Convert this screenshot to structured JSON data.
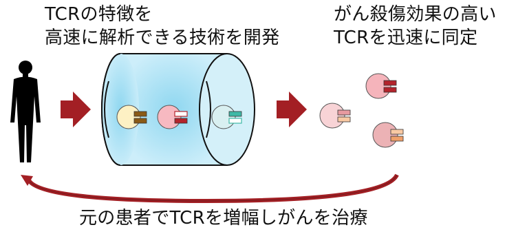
{
  "labels": {
    "left_line1": "TCRの特徴を",
    "left_line2": "高速に解析できる技術を開発",
    "right_line1": "がん殺傷効果の高い",
    "right_line2": "TCRを迅速に同定",
    "bottom": "元の患者でTCRを増幅しがんを治療"
  },
  "colors": {
    "flow_arrow": "#a31f24",
    "loop_arrow": "#a31f24",
    "drum_fill": "#cdeefa",
    "drum_center": "#8fd7f0",
    "drum_stroke": "#111111",
    "person": "#000000",
    "cell_yellow": "#fdf1c4",
    "cell_pink": "#f7b9c1",
    "cell_cyan": "#d9f0f1",
    "cell_light_pink": "#f8d3d6",
    "cell_rose": "#f5b4bb",
    "cell_mauve": "#ecb2b5",
    "receptor_brown": "#8a5a16",
    "receptor_red": "#b3242c",
    "receptor_teal": "#3fb9a6",
    "receptor_light_red": "#e79aa0",
    "receptor_peach": "#f9c9a3",
    "receptor_orange": "#f0a06a"
  },
  "icons": {
    "person": "human-silhouette-icon",
    "device": "analysis-drum-icon",
    "cell": "t-cell-with-receptor-icon",
    "arrow": "process-arrow-icon",
    "loop": "return-arrow-icon"
  }
}
